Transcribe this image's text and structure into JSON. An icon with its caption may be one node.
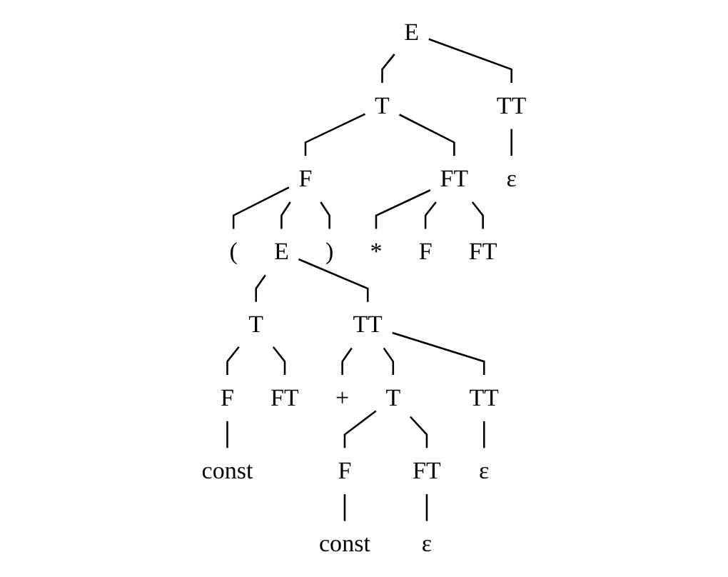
{
  "diagram": {
    "nodes": [
      {
        "text": [
          "E"
        ]
      },
      {
        "text": [
          "T"
        ]
      },
      {
        "text": [
          "TT"
        ]
      },
      {
        "text": [
          "F"
        ]
      },
      {
        "text": [
          "FT"
        ]
      },
      {
        "text": [
          "ε"
        ]
      },
      {
        "text": [
          "("
        ]
      },
      {
        "text": [
          "E"
        ]
      },
      {
        "text": [
          ")"
        ]
      },
      {
        "text": [
          "*"
        ]
      },
      {
        "text": [
          "F"
        ]
      },
      {
        "text": [
          "FT"
        ]
      },
      {
        "text": [
          "T"
        ]
      },
      {
        "text": [
          "TT"
        ]
      },
      {
        "text": [
          "F"
        ]
      },
      {
        "text": [
          "FT"
        ]
      },
      {
        "text": [
          "+"
        ]
      },
      {
        "text": [
          "T"
        ]
      },
      {
        "text": [
          "TT"
        ]
      },
      {
        "text": [
          "const"
        ]
      },
      {
        "text": [
          "F"
        ]
      },
      {
        "text": [
          "FT"
        ]
      },
      {
        "text": [
          "ε"
        ]
      },
      {
        "text": [
          "const"
        ]
      },
      {
        "text": [
          "ε"
        ]
      }
    ],
    "edges": [
      {
        "from": 0,
        "to": 1,
        "arrow": "none"
      },
      {
        "from": 0,
        "to": 2,
        "arrow": "none"
      },
      {
        "from": 1,
        "to": 3,
        "arrow": "none"
      },
      {
        "from": 1,
        "to": 4,
        "arrow": "none"
      },
      {
        "from": 2,
        "to": 5,
        "arrow": "none"
      },
      {
        "from": 3,
        "to": 6,
        "arrow": "none"
      },
      {
        "from": 3,
        "to": 7,
        "arrow": "none"
      },
      {
        "from": 3,
        "to": 8,
        "arrow": "none"
      },
      {
        "from": 4,
        "to": 9,
        "arrow": "none"
      },
      {
        "from": 4,
        "to": 10,
        "arrow": "none"
      },
      {
        "from": 4,
        "to": 11,
        "arrow": "none"
      },
      {
        "from": 7,
        "to": 12,
        "arrow": "none"
      },
      {
        "from": 7,
        "to": 13,
        "arrow": "none"
      },
      {
        "from": 12,
        "to": 14,
        "arrow": "none"
      },
      {
        "from": 12,
        "to": 15,
        "arrow": "none"
      },
      {
        "from": 13,
        "to": 16,
        "arrow": "none"
      },
      {
        "from": 13,
        "to": 17,
        "arrow": "none"
      },
      {
        "from": 13,
        "to": 18,
        "arrow": "none"
      },
      {
        "from": 14,
        "to": 19,
        "arrow": "none"
      },
      {
        "from": 17,
        "to": 20,
        "arrow": "none"
      },
      {
        "from": 17,
        "to": 21,
        "arrow": "none"
      },
      {
        "from": 18,
        "to": 22,
        "arrow": "none"
      },
      {
        "from": 20,
        "to": 23,
        "arrow": "none"
      },
      {
        "from": 21,
        "to": 24,
        "arrow": "none"
      }
    ]
  }
}
